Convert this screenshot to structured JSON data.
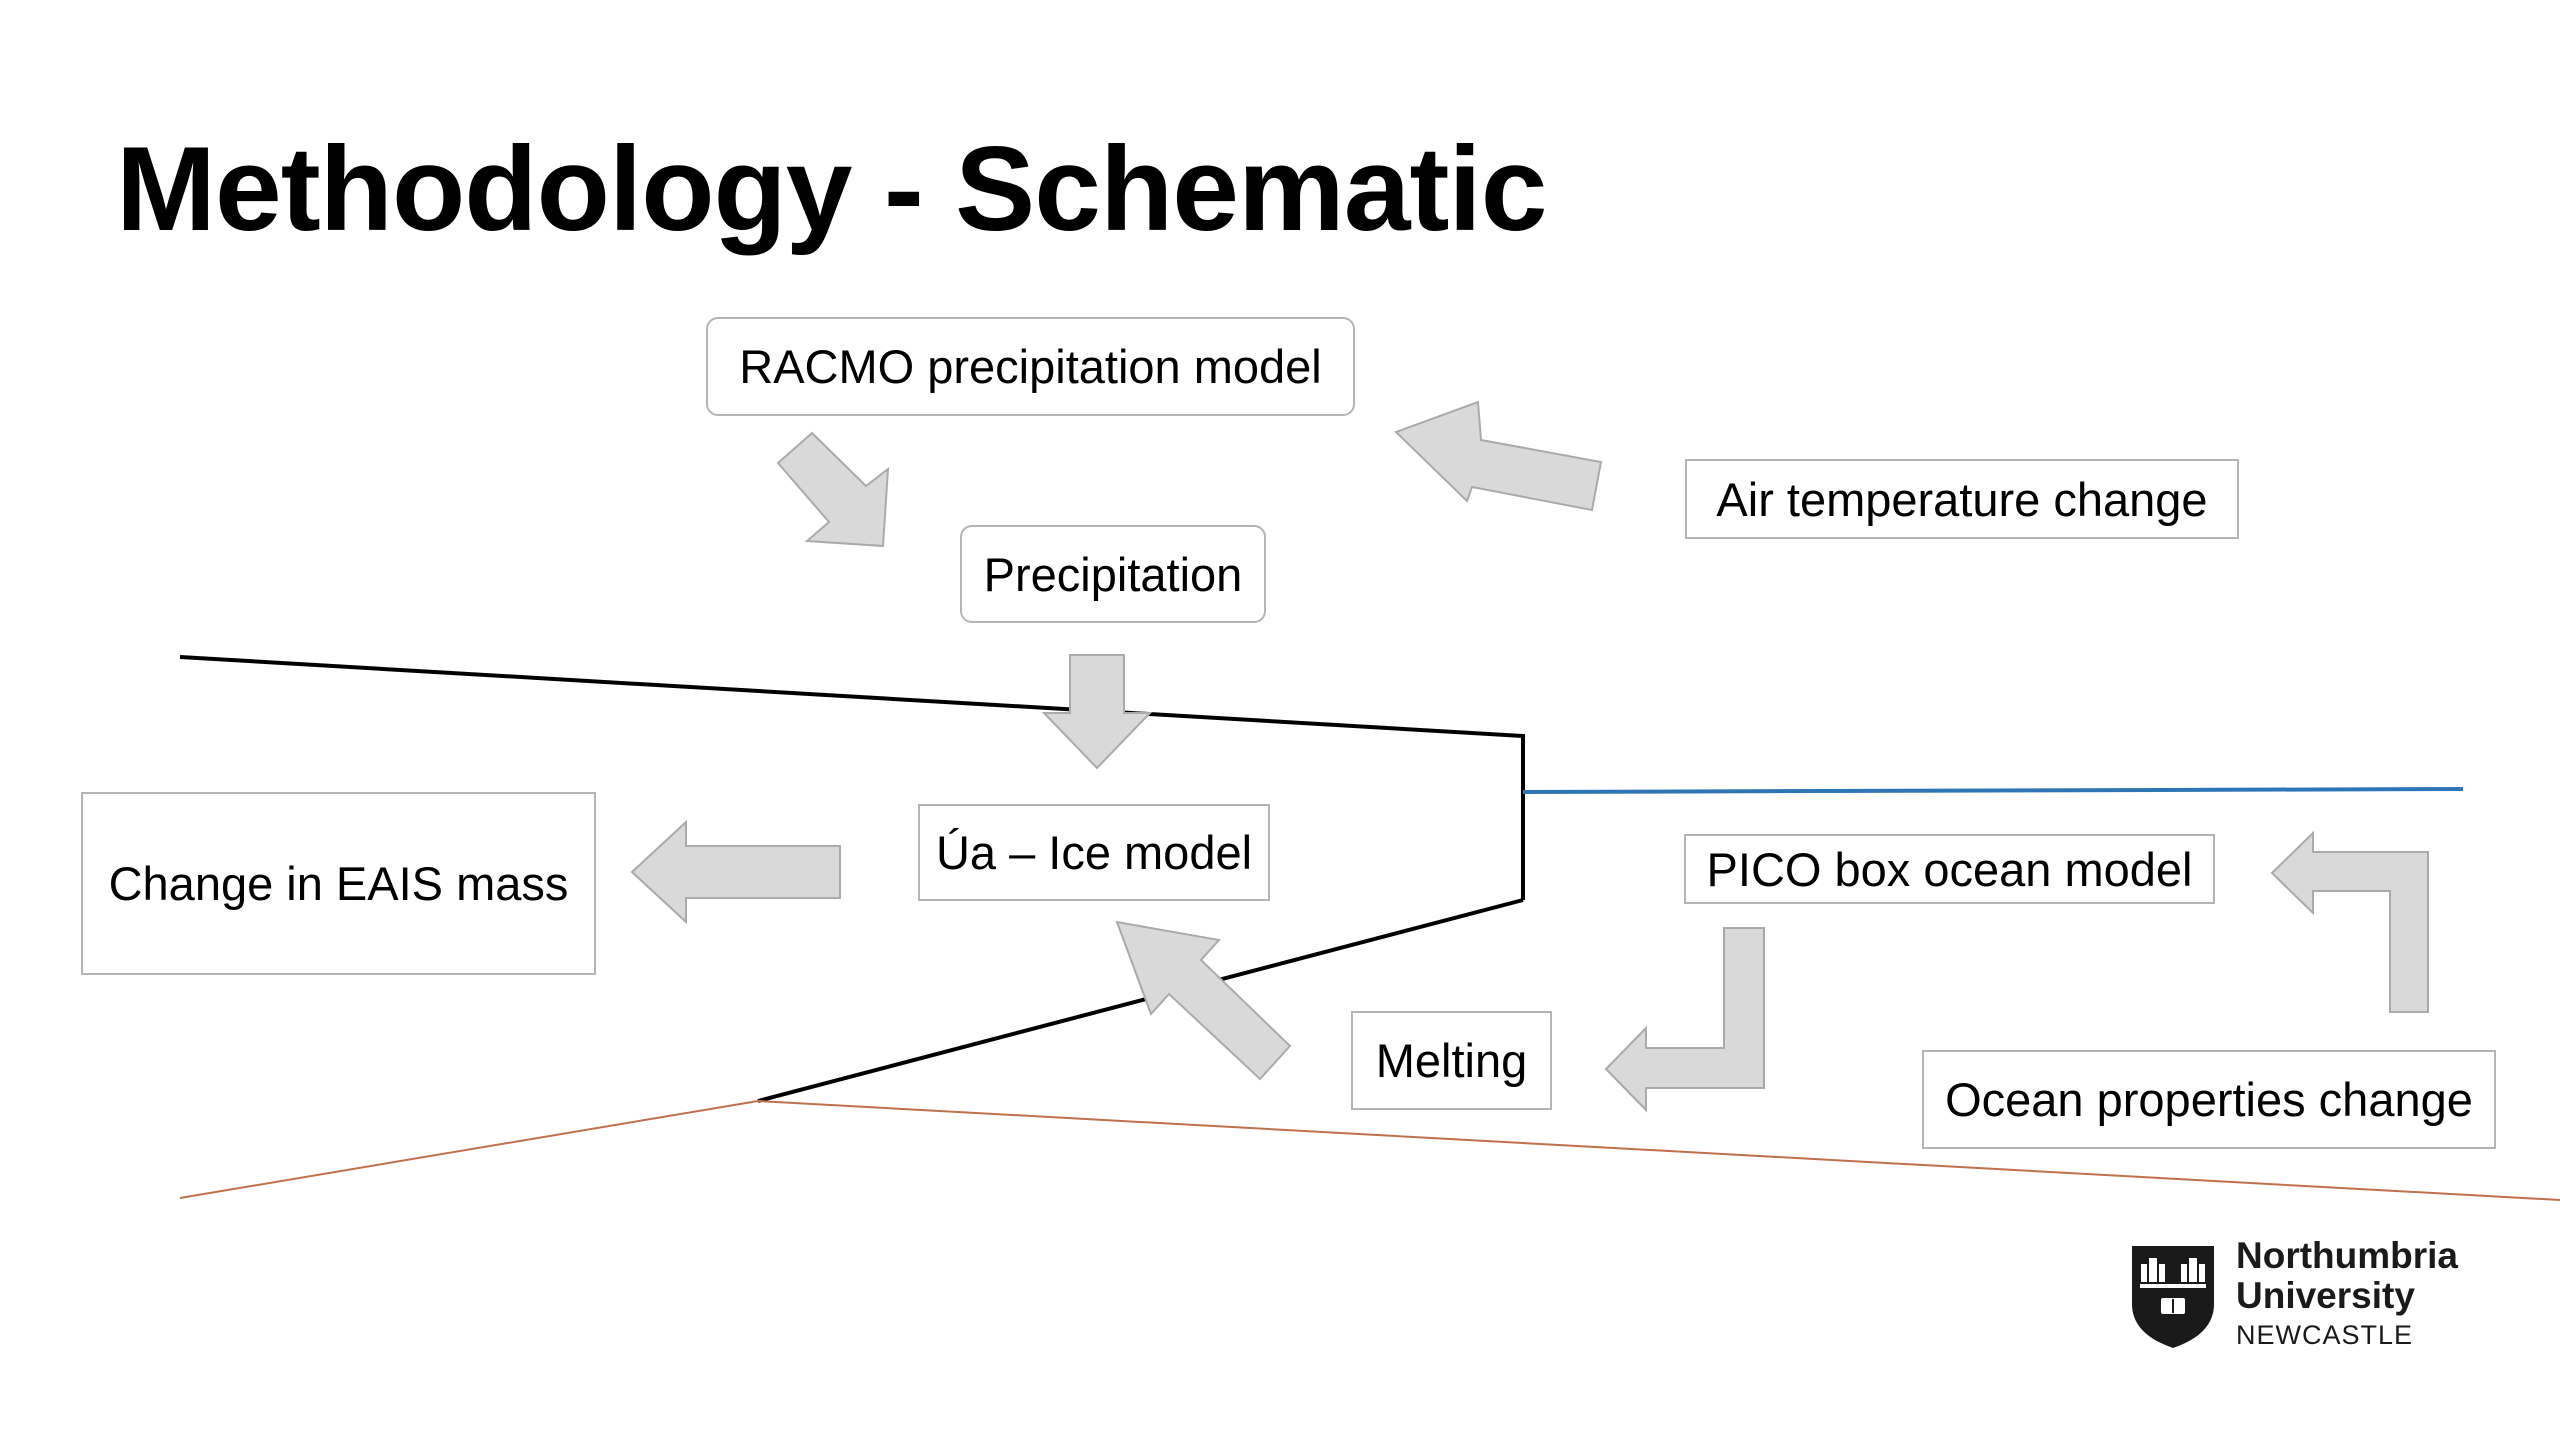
{
  "slide": {
    "title": "Methodology - Schematic"
  },
  "boxes": {
    "racmo": "RACMO precipitation model",
    "air_temp": "Air temperature change",
    "precipitation": "Precipitation",
    "eais": "Change in EAIS mass",
    "ua": "Úa – Ice model",
    "pico": "PICO box ocean model",
    "melting": "Melting",
    "ocean": "Ocean properties change"
  },
  "logo": {
    "line1": "Northumbria",
    "line2": "University",
    "line3": "NEWCASTLE"
  },
  "colors": {
    "arrow_fill": "#d9d9d9",
    "arrow_stroke": "#aaaaaa",
    "ice_line": "#000000",
    "sea_line": "#2e75b6",
    "bed_line": "#c0704c"
  }
}
